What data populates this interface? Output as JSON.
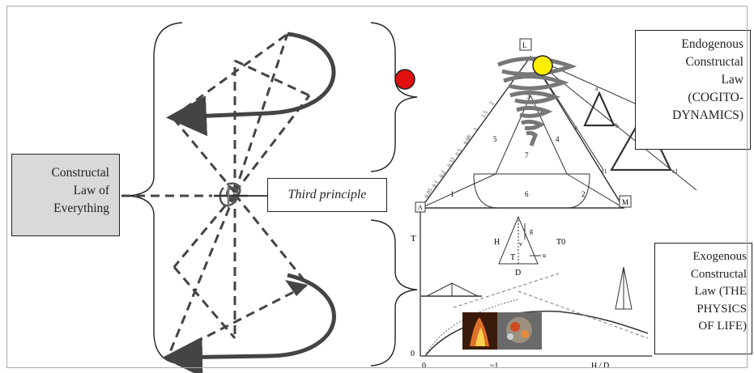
{
  "labels": {
    "left_box": [
      "Constructal",
      "Law of",
      "Everything"
    ],
    "third_principle": "Third principle",
    "endogenous_box": [
      "Endogenous",
      "Constructal",
      "Law",
      "(COGITO-",
      "DYNAMICS)"
    ],
    "exogenous_box": [
      "Exogenous",
      "Constructal",
      "Law (THE",
      "PHYSICS",
      "OF LIFE)"
    ]
  },
  "triangle_diagram": {
    "corner_labels": [
      "L",
      "A",
      "M"
    ],
    "region_numbers": [
      "1",
      "2",
      "3",
      "4",
      "5",
      "6",
      "7"
    ],
    "scale_ticks": [
      "0.05",
      "0.1",
      "0.2",
      "0.33",
      "0.5",
      "0.66",
      "1",
      "1.5",
      "2"
    ],
    "point_labels": [
      "a",
      "b",
      "c",
      "b1",
      "c1",
      "a1"
    ]
  },
  "chart_data": {
    "type": "line",
    "title": "",
    "xlabel": "H / D",
    "ylabel": "T",
    "x_ticks": [
      "0",
      "~1",
      "H / D"
    ],
    "y_ticks": [
      "0"
    ],
    "inset_labels": [
      "H",
      "T",
      "D",
      "T0",
      "g",
      "v",
      "u"
    ],
    "series": []
  },
  "markers": {
    "red": "#e01010",
    "yellow": "#ffee00",
    "blue": "#8fb0e0"
  },
  "colors": {
    "left_box_fill": "#d9d9d9",
    "arrow": "#444444"
  }
}
